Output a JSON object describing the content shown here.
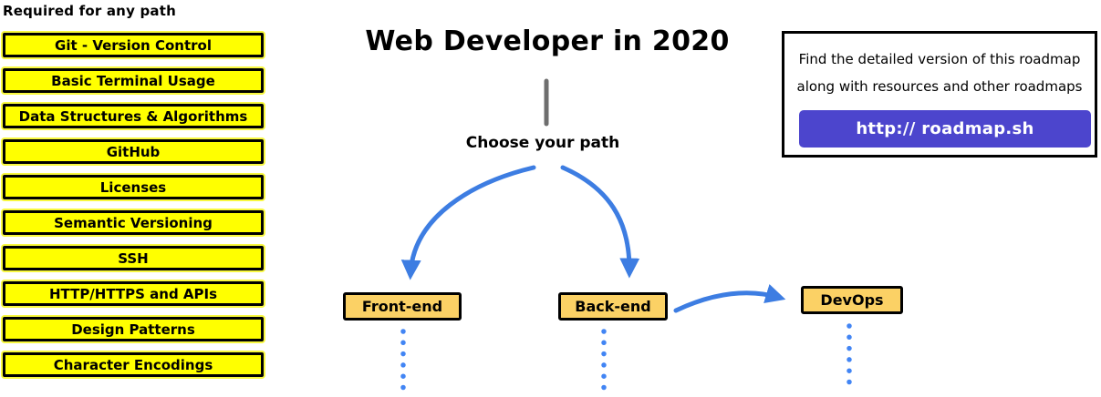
{
  "left_panel": {
    "title": "Required for any path",
    "items": [
      "Git - Version Control",
      "Basic Terminal Usage",
      "Data Structures & Algorithms",
      "GitHub",
      "Licenses",
      "Semantic Versioning",
      "SSH",
      "HTTP/HTTPS and APIs",
      "Design Patterns",
      "Character Encodings"
    ]
  },
  "header": {
    "title": "Web Developer in 2020"
  },
  "choose_path_label": "Choose your path",
  "paths": [
    {
      "label": "Front-end"
    },
    {
      "label": "Back-end"
    },
    {
      "label": "DevOps"
    }
  ],
  "info_box": {
    "line1": "Find the detailed version of this roadmap",
    "line2": "along with resources and other roadmaps",
    "button_label": "http:// roadmap.sh"
  },
  "colors": {
    "topic_yellow": "#ffff00",
    "path_orange": "#fbd165",
    "arrow_blue": "#3d7de2",
    "dot_blue": "#4285f4",
    "button_purple": "#4c45cd",
    "stem_gray": "#6e6e6e",
    "border_black": "#000000"
  }
}
